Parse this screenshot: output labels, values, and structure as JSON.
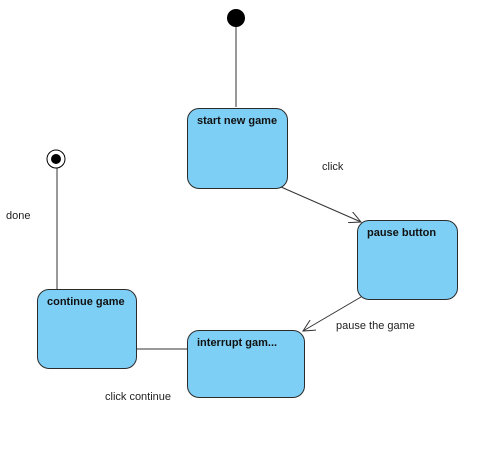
{
  "diagram": {
    "type": "state-machine",
    "states": [
      {
        "id": "start",
        "label": "start new game"
      },
      {
        "id": "pause",
        "label": "pause button"
      },
      {
        "id": "interrupt",
        "label": "interrupt gam..."
      },
      {
        "id": "continue",
        "label": "continue game"
      }
    ],
    "transitions": [
      {
        "from": "initial",
        "to": "start",
        "label": ""
      },
      {
        "from": "start",
        "to": "pause",
        "label": "click"
      },
      {
        "from": "pause",
        "to": "interrupt",
        "label": "pause the game"
      },
      {
        "from": "interrupt",
        "to": "continue",
        "label": "click continue"
      },
      {
        "from": "continue",
        "to": "final",
        "label": "done"
      }
    ],
    "colors": {
      "state_fill": "#7dcff5",
      "state_border": "#2b2b2b",
      "edge": "#333333"
    }
  }
}
